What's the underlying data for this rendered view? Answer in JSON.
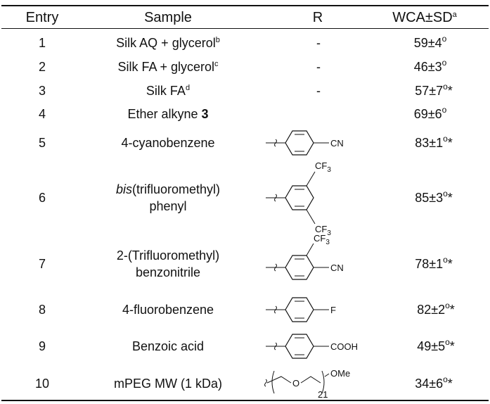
{
  "headers": {
    "entry": "Entry",
    "sample": "Sample",
    "r": "R",
    "wca": "WCA±SD",
    "wca_sup": "a"
  },
  "rows": [
    {
      "entry": "1",
      "sample": "Silk AQ + glycerol",
      "sample_sup": "b",
      "r": "-",
      "wca": "59±4",
      "deg": "o",
      "star": ""
    },
    {
      "entry": "2",
      "sample": "Silk FA + glycerol",
      "sample_sup": "c",
      "r": "-",
      "wca": "46±3",
      "deg": "o",
      "star": ""
    },
    {
      "entry": "3",
      "sample": "Silk FA",
      "sample_sup": "d",
      "r": "-",
      "wca": "57±7",
      "deg": "o",
      "star": "*"
    },
    {
      "entry": "4",
      "sample_pre": "Ether alkyne ",
      "sample_bold": "3",
      "wca": "69±6",
      "deg": "o",
      "star": ""
    },
    {
      "entry": "5",
      "sample": "4-cyanobenzene",
      "r_sub": "CN",
      "wca": "83±1",
      "deg": "o",
      "star": "*"
    },
    {
      "entry": "6",
      "sample_italic": "bis",
      "sample_rest": "(trifluoromethyl)",
      "sample_line2": "phenyl",
      "r_sub_a": "CF",
      "r_sub_b": "CF",
      "r_sub_num": "3",
      "wca": "85±3",
      "deg": "o",
      "star": "*"
    },
    {
      "entry": "7",
      "sample_line1": "2-(Trifluoromethyl)",
      "sample_line2": "benzonitrile",
      "r_sub_a": "CF",
      "r_sub_num": "3",
      "r_sub_b": "CN",
      "wca": "78±1",
      "deg": "o",
      "star": "*"
    },
    {
      "entry": "8",
      "sample": "4-fluorobenzene",
      "r_sub": "F",
      "wca": "82±2",
      "deg": "o",
      "star": "*"
    },
    {
      "entry": "9",
      "sample": "Benzoic acid",
      "r_sub": "COOH",
      "wca": "49±5",
      "deg": "o",
      "star": "*"
    },
    {
      "entry": "10",
      "sample": "mPEG MW (1 kDa)",
      "r_o": "O",
      "r_n": "21",
      "r_ome": "OMe",
      "wca": "34±6",
      "deg": "o",
      "star": "*"
    }
  ]
}
